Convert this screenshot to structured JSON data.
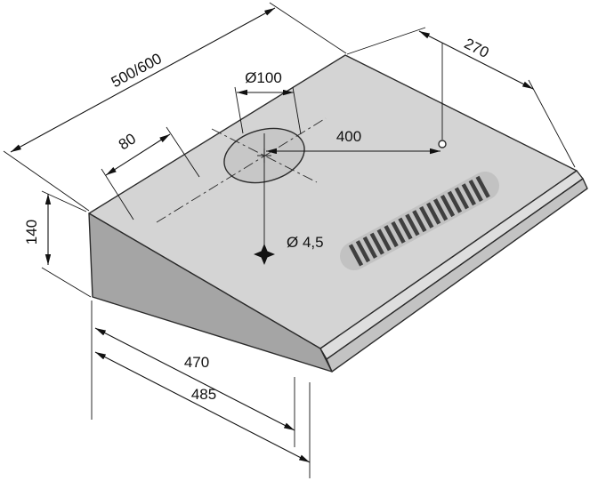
{
  "drawing": {
    "title": "cooker-hood-dimension-drawing",
    "labels": {
      "top_width": "500/600",
      "top_depth": "270",
      "vent_hole_offset": "80",
      "vent_hole_diameter": "Ø100",
      "mount_hole_distance": "400",
      "rear_height": "140",
      "mount_hole_diameter": "Ø 4,5",
      "bottom_depth_inner": "470",
      "bottom_depth_outer": "485"
    },
    "colors": {
      "outline": "#2b2b2b",
      "dim_line": "#141414",
      "top_surface": "#d4d4d4",
      "side_panel": "#a5a5a5",
      "visor_band_upper": "#dedede",
      "visor_band_lower": "#c3c3c3",
      "vent_circle": "#c7c7c7",
      "grille_base": "#c2c2c2",
      "grille_slats": "#3f3f3f",
      "marker": "#111111"
    }
  }
}
